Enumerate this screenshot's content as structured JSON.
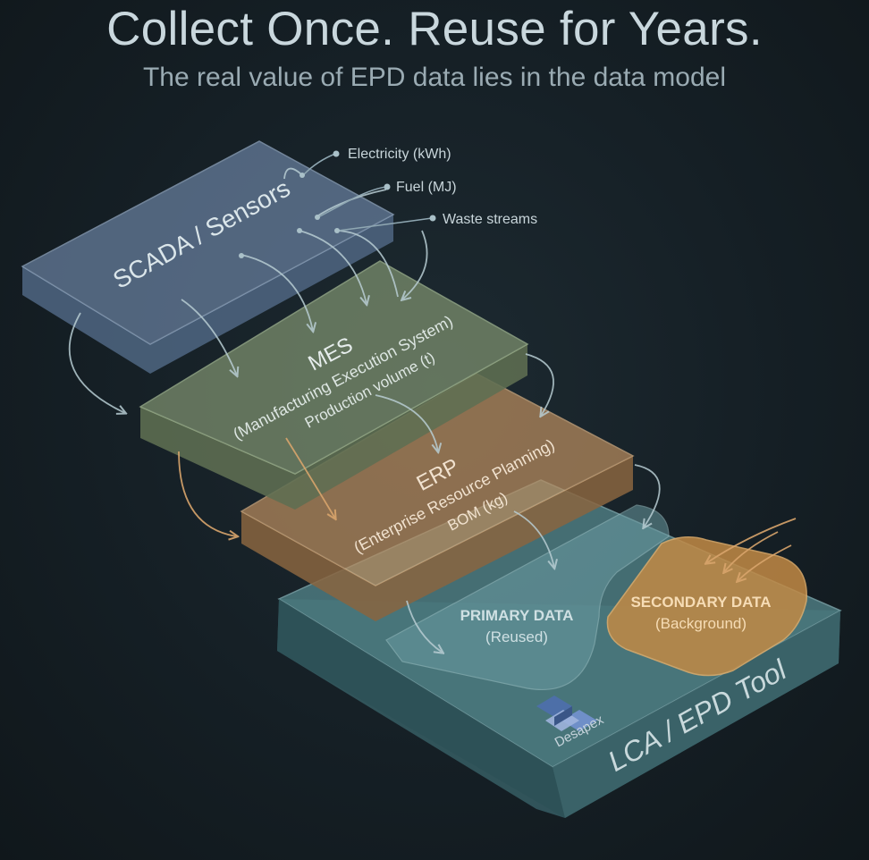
{
  "header": {
    "title": "Collect Once. Reuse for Years.",
    "subtitle": "The real value of EPD data lies in the data model"
  },
  "layers": {
    "scada": {
      "title": "SCADA / Sensors"
    },
    "mes": {
      "title": "MES",
      "full_name": "(Manufacturing Execution System)",
      "metric": "Production volume (t)"
    },
    "erp": {
      "title": "ERP",
      "full_name": "(Enterprise Resource Planning)",
      "metric": "BOM (kg)"
    },
    "lca": {
      "title": "LCA / EPD Tool"
    }
  },
  "sensor_inputs": [
    "Electricity (kWh)",
    "Fuel (MJ)",
    "Waste streams"
  ],
  "primary_data": {
    "title": "PRIMARY DATA",
    "note": "(Reused)"
  },
  "secondary_data": {
    "title": "SECONDARY DATA",
    "note": "(Background)"
  },
  "logo": {
    "text": "Desapex"
  },
  "colors": {
    "scada": "#6d87a8",
    "mes": "#8c9f7c",
    "erp": "#c99a6a",
    "lca": "#4f7c82",
    "secondary": "#d39a4e",
    "text_light": "#dbe6ea"
  }
}
